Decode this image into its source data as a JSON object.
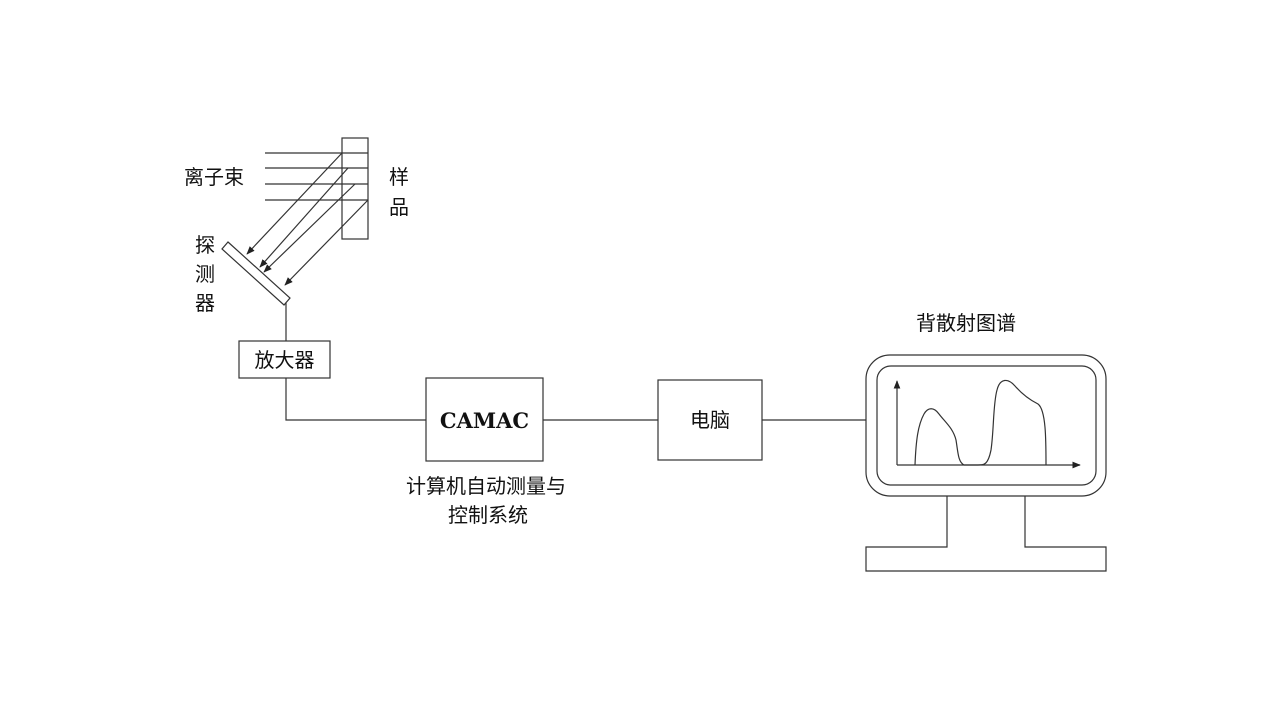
{
  "labels": {
    "ion_beam": "离子束",
    "sample_1": "样",
    "sample_2": "品",
    "detector_1": "探",
    "detector_2": "测",
    "detector_3": "器",
    "amplifier": "放大器",
    "camac": "CAMAC",
    "computer": "电脑",
    "spectrum_title": "背散射图谱",
    "system_line1": "计算机自动测量与",
    "system_line2": "控制系统"
  },
  "colors": {
    "line": "#333333",
    "text": "#111111",
    "background": "#ffffff"
  }
}
